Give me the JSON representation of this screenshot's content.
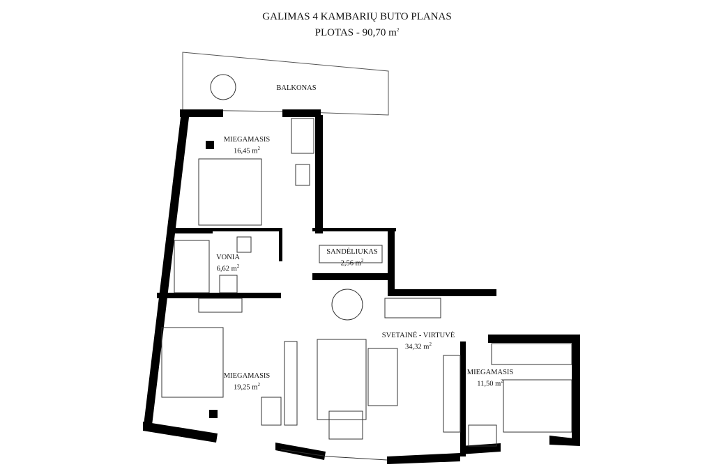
{
  "header": {
    "title": "GALIMAS 4 KAMBARIŲ BUTO PLANAS",
    "area_label": "PLOTAS - 90,70 m",
    "area_sup": "2"
  },
  "rooms": [
    {
      "name": "BALKONAS",
      "area": ""
    },
    {
      "name": "MIEGAMASIS",
      "area": "16,45 m"
    },
    {
      "name": "VONIA",
      "area": "6,62 m"
    },
    {
      "name": "SANDĖLIUKAS",
      "area": "2,56 m"
    },
    {
      "name": "MIEGAMASIS",
      "area": "19,25 m"
    },
    {
      "name": "SVETAINĖ - VIRTUVĖ",
      "area": "34,32 m"
    },
    {
      "name": "MIEGAMASIS",
      "area": "11,50 m"
    }
  ],
  "sup": "2",
  "colors": {
    "wall": "#000000",
    "line": "#555555"
  }
}
